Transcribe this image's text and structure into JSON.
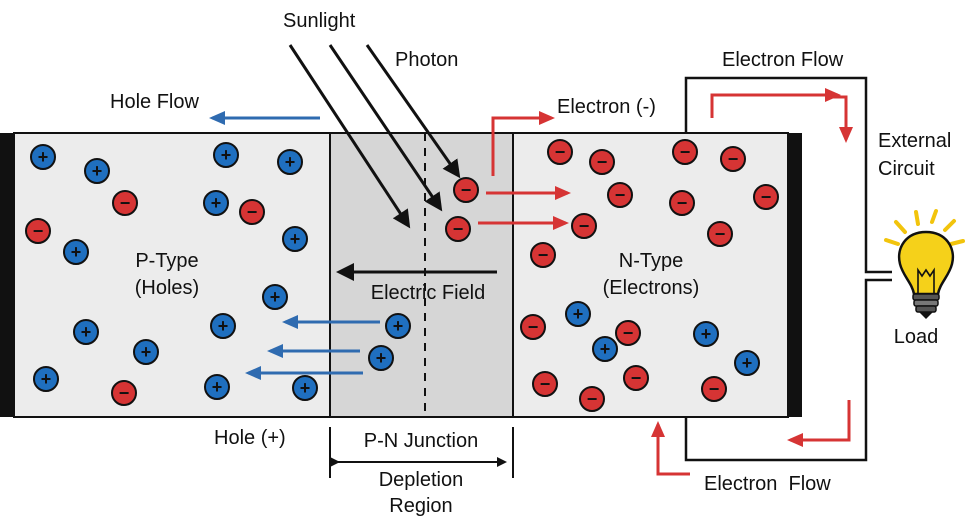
{
  "labels": {
    "sunlight": "Sunlight",
    "photon": "Photon",
    "hole_flow": "Hole Flow",
    "electron_minus": "Electron (-)",
    "electron_flow_top": "Electron Flow",
    "external_circuit_1": "External",
    "external_circuit_2": "Circuit",
    "p_type_1": "P-Type",
    "p_type_2": "(Holes)",
    "n_type_1": "N-Type",
    "n_type_2": "(Electrons)",
    "electric_field": "Electric Field",
    "load": "Load",
    "hole_plus": "Hole (+)",
    "pn_junction": "P-N Junction",
    "depletion_1": "Depletion",
    "depletion_2": "Region",
    "electron_flow_bottom": "Electron  Flow"
  },
  "symbols": {
    "hole": "+",
    "electron": "−"
  },
  "colors": {
    "hole_fill": "#1f6fbf",
    "electron_fill": "#d63434",
    "p_region": "#ececec",
    "depletion_region": "#d6d6d6",
    "n_region": "#ececec",
    "electrode": "#111111",
    "arrow_red": "#d63434",
    "arrow_blue": "#2f6bb0",
    "wire": "#111111",
    "bulb": "#f5d11a",
    "rays": "#f2c40c"
  }
}
